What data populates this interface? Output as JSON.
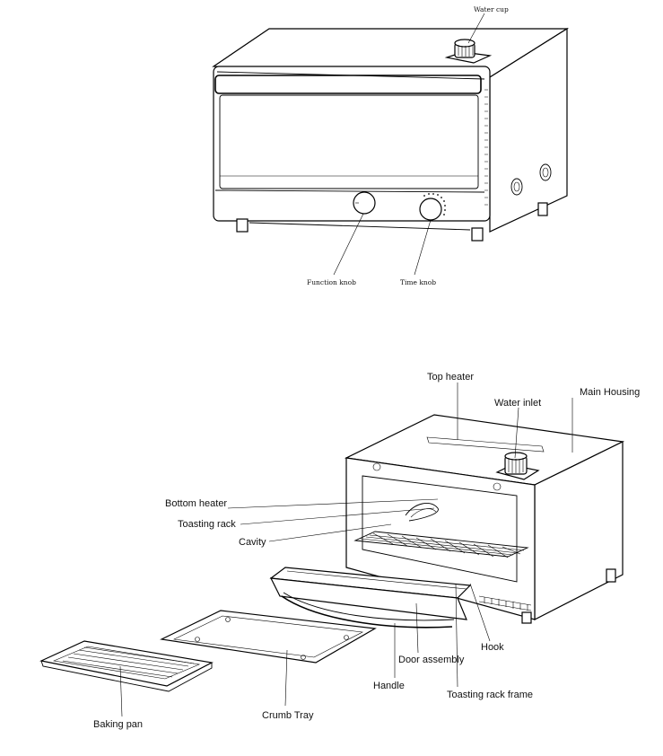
{
  "top_diagram": {
    "labels": {
      "water_cup": "Water cup",
      "function_knob": "Function knob",
      "time_knob": "Time knob"
    }
  },
  "bottom_diagram": {
    "labels": {
      "top_heater": "Top heater",
      "water_inlet": "Water inlet",
      "main_housing": "Main Housing",
      "bottom_heater": "Bottom heater",
      "toasting_rack": "Toasting rack",
      "cavity": "Cavity",
      "hook": "Hook",
      "door_assembly": "Door assembly",
      "handle": "Handle",
      "toasting_rack_frame": "Toasting rack frame",
      "crumb_tray": "Crumb Tray",
      "baking_pan": "Baking pan"
    }
  }
}
